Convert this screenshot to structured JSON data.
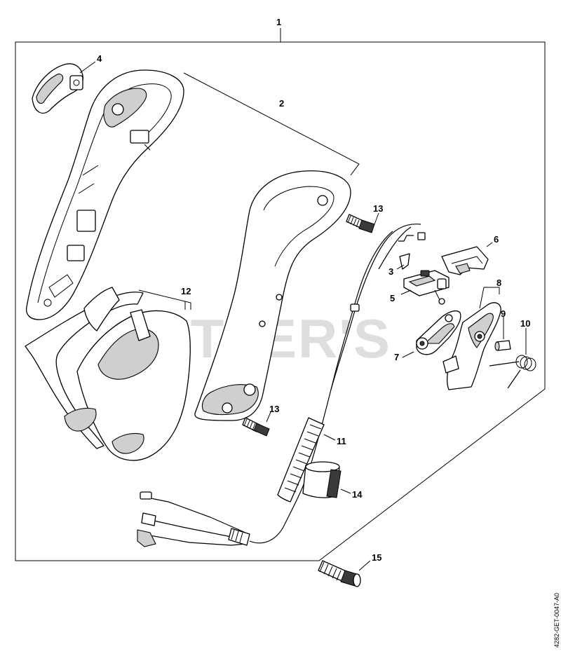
{
  "diagram": {
    "callouts": {
      "c1": "1",
      "c2": "2",
      "c3": "3",
      "c4": "4",
      "c5": "5",
      "c6": "6",
      "c7": "7",
      "c8": "8",
      "c9": "9",
      "c10": "10",
      "c11": "11",
      "c12": "12",
      "c13a": "13",
      "c13b": "13",
      "c14": "14",
      "c15": "15"
    },
    "watermark": "CUTLER'S",
    "document_code": "4282-GET-0047-A0"
  }
}
